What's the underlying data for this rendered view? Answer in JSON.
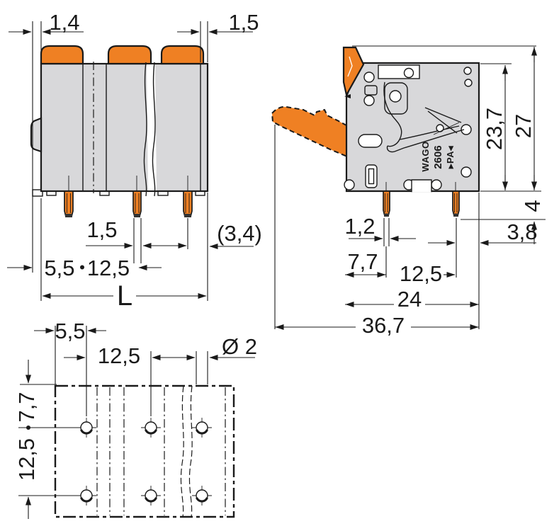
{
  "drawing": {
    "front_view": {
      "dim_wall_left": "1,4",
      "dim_wall_right": "1,5",
      "dim_pin_width": "1,5",
      "dim_end_clearance": "(3,4)",
      "dim_edge_to_pin": "5,5",
      "dim_pin_pitch": "12,5",
      "dim_total_length": "L"
    },
    "side_view": {
      "dim_body_height": "23,7",
      "dim_total_height": "27",
      "dim_pin_length": "4",
      "dim_pin_width": "1,2",
      "dim_pin_to_edge": "3,8",
      "dim_edge_to_pin": "7,7",
      "dim_pin_pitch": "12,5",
      "dim_body_depth": "24",
      "dim_total_depth": "36,7",
      "marking_logo": "WAGO",
      "marking_series": "2606",
      "marking_material": "▸PA◂"
    },
    "footprint_view": {
      "dim_edge_to_hole": "5,5",
      "dim_hole_pitch": "12,5",
      "dim_hole_diameter": "Ø 2",
      "dim_edge_to_row": "7,7",
      "dim_row_pitch": "12,5"
    }
  },
  "colors": {
    "accent_orange": "#EF8023",
    "housing_gray": "#D8D8DA",
    "line_black": "#1A1A1A"
  }
}
